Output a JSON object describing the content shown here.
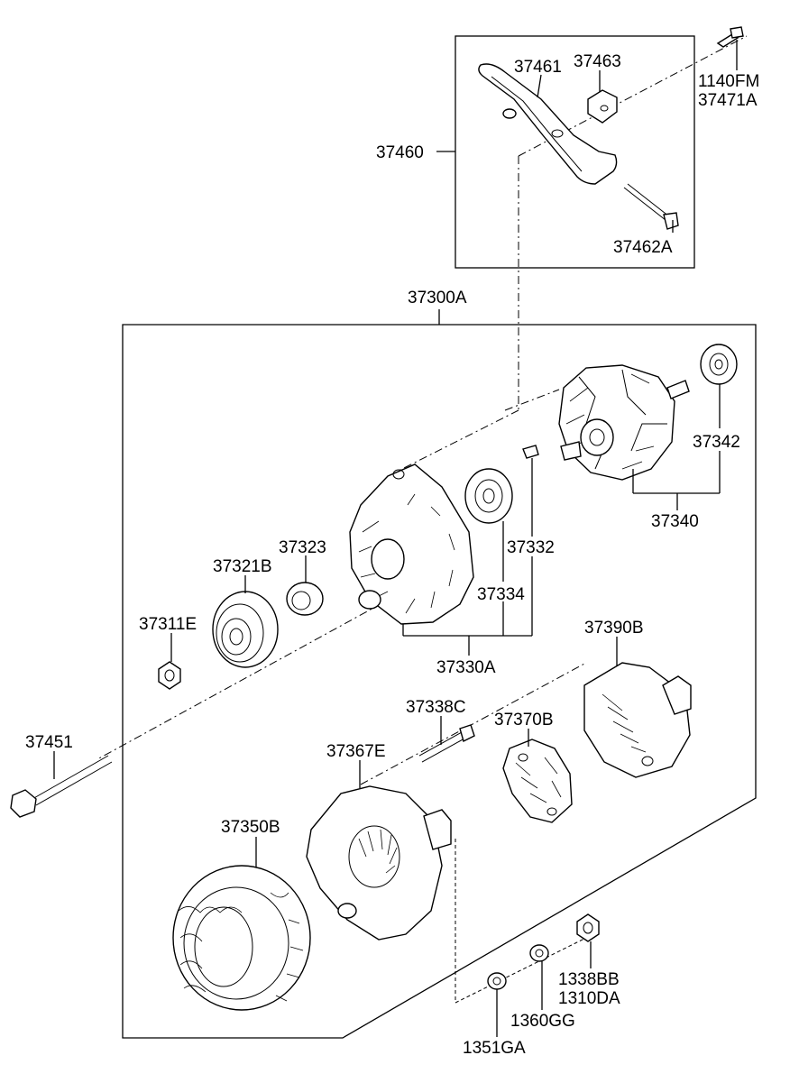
{
  "labels": {
    "p1140FM": "1140FM",
    "p37471A": "37471A",
    "p37461": "37461",
    "p37463": "37463",
    "p37460": "37460",
    "p37462A": "37462A",
    "p37300A": "37300A",
    "p37342": "37342",
    "p37340": "37340",
    "p37323": "37323",
    "p37332": "37332",
    "p37321B": "37321B",
    "p37334": "37334",
    "p37311E": "37311E",
    "p37330A": "37330A",
    "p37390B": "37390B",
    "p37338C": "37338C",
    "p37370B": "37370B",
    "p37451": "37451",
    "p37367E": "37367E",
    "p37350B": "37350B",
    "p1338BB": "1338BB",
    "p1310DA": "1310DA",
    "p1360GG": "1360GG",
    "p1351GA": "1351GA"
  },
  "icons": {
    "bracket": "bracket-assembly-icon",
    "rotor": "rotor-icon",
    "bearing": "ball-bearing-icon",
    "front-housing": "front-housing-icon",
    "pulley": "pulley-icon",
    "stator": "stator-coil-icon",
    "rear-housing": "rear-housing-icon",
    "rectifier": "rectifier-icon",
    "regulator": "regulator-icon",
    "bolt": "bolt-icon",
    "nut": "nut-icon",
    "washer": "washer-icon"
  }
}
